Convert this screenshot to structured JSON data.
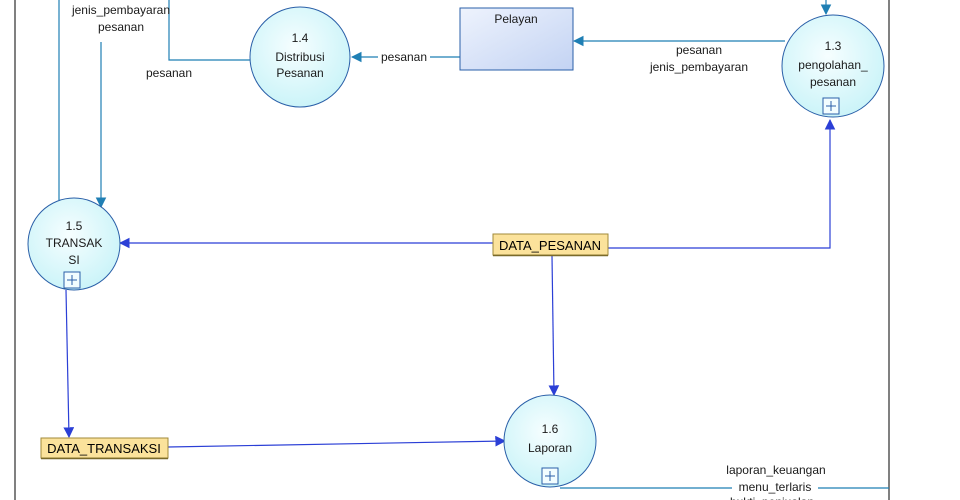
{
  "processes": [
    {
      "id": "p14",
      "number": "1.4",
      "name_lines": [
        "Distribusi",
        "Pesanan"
      ]
    },
    {
      "id": "p13",
      "number": "1.3",
      "name_lines": [
        "pengolahan_",
        "pesanan"
      ]
    },
    {
      "id": "p15",
      "number": "1.5",
      "name_lines": [
        "TRANSAK",
        "SI"
      ]
    },
    {
      "id": "p16",
      "number": "1.6",
      "name_lines": [
        "Laporan"
      ]
    }
  ],
  "entities": [
    {
      "id": "pelayan",
      "name": "Pelayan"
    }
  ],
  "data_stores": [
    {
      "id": "ds_pesanan",
      "name": "DATA_PESANAN"
    },
    {
      "id": "ds_transaksi",
      "name": "DATA_TRANSAKSI"
    }
  ],
  "flow_labels": {
    "top_left_1": "jenis_pembayaran",
    "top_left_2": "pesanan",
    "left_pesanan": "pesanan",
    "pelayan_to_14": "pesanan",
    "p13_to_pelayan_1": "pesanan",
    "p13_to_pelayan_2": "jenis_pembayaran",
    "laporan_out_1": "laporan_keuangan",
    "laporan_out_2": "menu_terlaris",
    "laporan_out_3": "bukti_penjualan"
  },
  "colors": {
    "process_fill": "#ddfafc",
    "process_stroke": "#2a5fa8",
    "entity_fill": "#d6e2f8",
    "store_fill": "#fbe29b",
    "store_stroke": "#a08a3a",
    "flow_line": "#2b3fd6",
    "teal_line": "#1f7fb4"
  },
  "icons": {
    "expand": "plus-box-icon",
    "arrow": "arrowhead-icon"
  }
}
